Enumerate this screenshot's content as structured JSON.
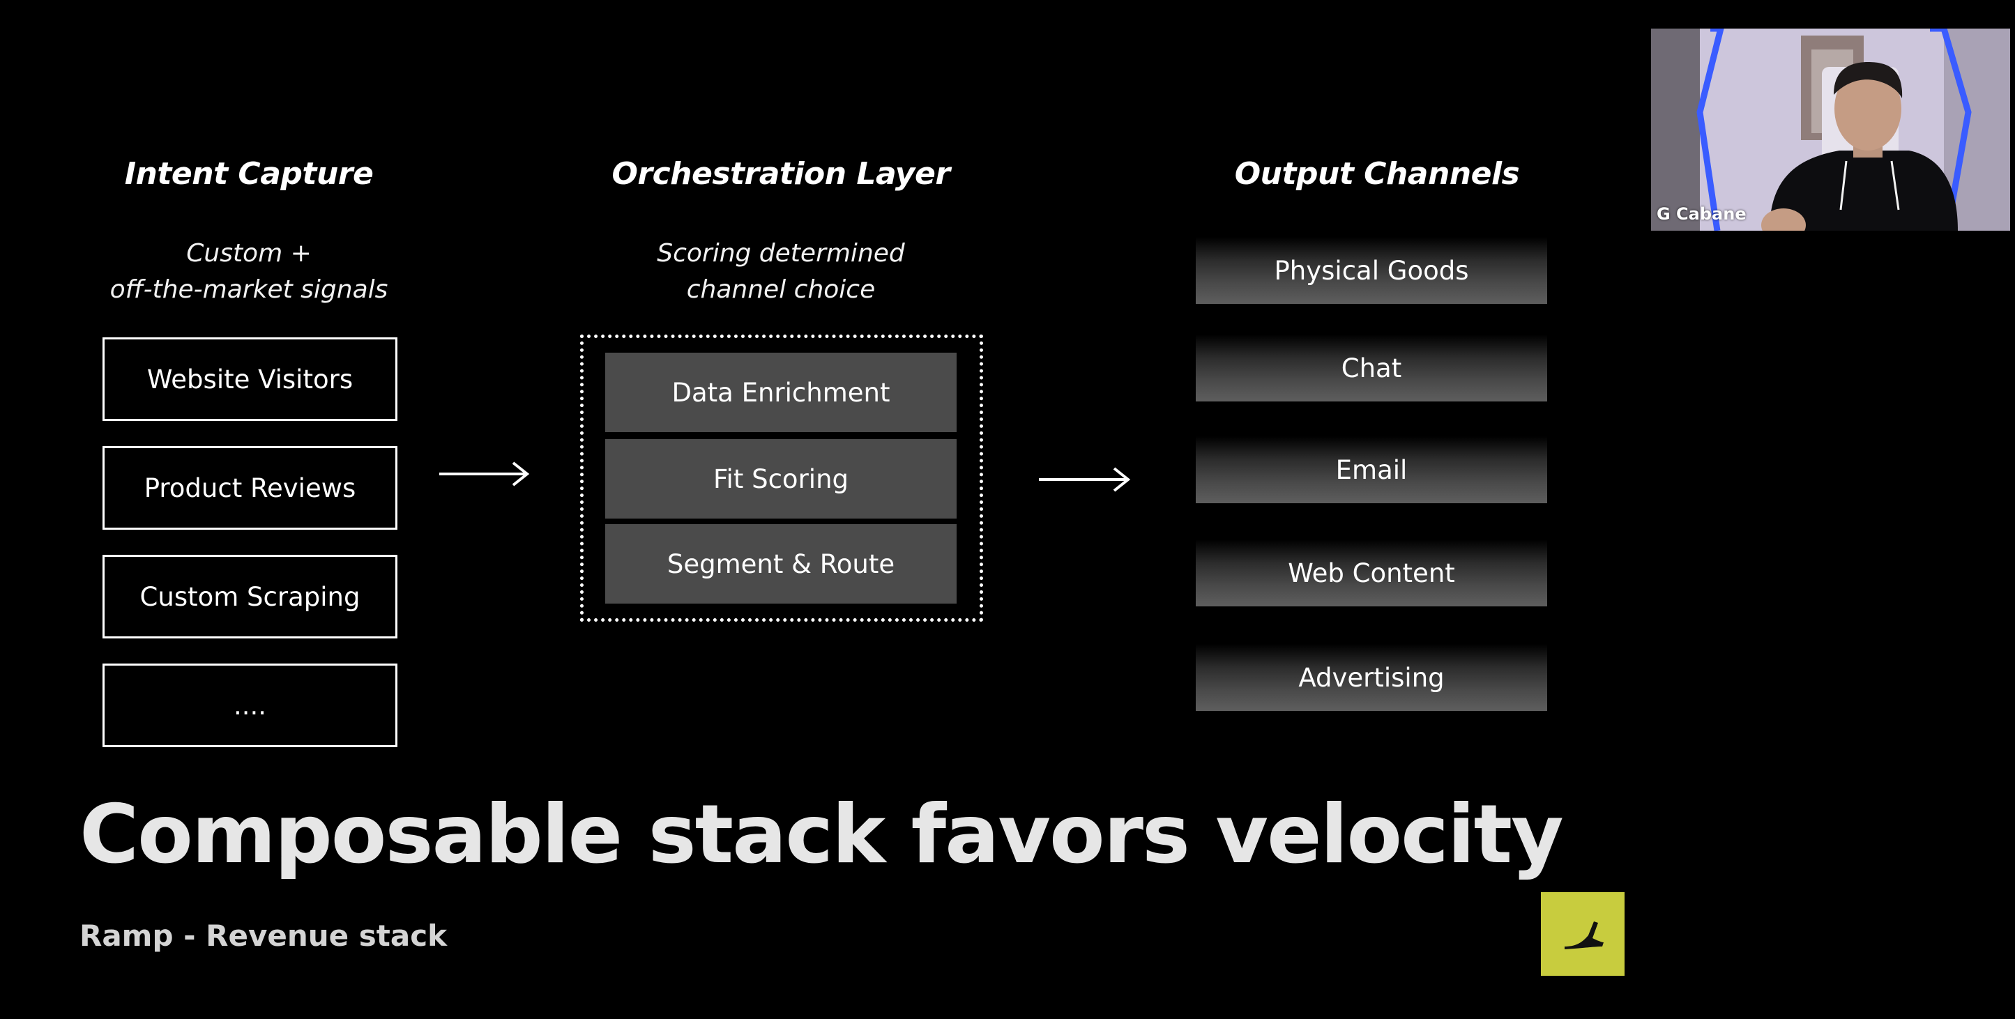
{
  "columns": {
    "intent": {
      "title": "Intent Capture",
      "subtitle_line1": "Custom +",
      "subtitle_line2": "off-the-market signals",
      "items": [
        "Website Visitors",
        "Product Reviews",
        "Custom Scraping",
        "...."
      ]
    },
    "orchestration": {
      "title": "Orchestration Layer",
      "subtitle_line1": "Scoring determined",
      "subtitle_line2": "channel choice",
      "items": [
        "Data Enrichment",
        "Fit Scoring",
        "Segment & Route"
      ]
    },
    "outputs": {
      "title": "Output Channels",
      "items": [
        "Physical Goods",
        "Chat",
        "Email",
        "Web Content",
        "Advertising"
      ]
    }
  },
  "headline": "Composable stack favors velocity",
  "subheadline": "Ramp - Revenue stack",
  "video": {
    "participant_name": "G Cabane"
  },
  "icons": {
    "arrow": "right-arrow-icon",
    "logo": "ramp-logo-icon"
  },
  "colors": {
    "background": "#000000",
    "orchestration_box": "#4b4b4b",
    "logo_bg": "#c8cc3e"
  }
}
